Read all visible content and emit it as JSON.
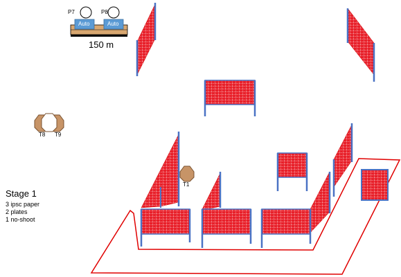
{
  "colors": {
    "barrier_fill": "#e8202a",
    "barrier_grid": "#ffffff",
    "post": "#4a72c4",
    "shoot_box": "#e00000",
    "target_tan": "#c79467",
    "target_edge": "#7a5230",
    "machine_box": "#5b9bd5",
    "pallet": "#d8a770"
  },
  "far_targets": {
    "p7": "P7",
    "p8": "P8",
    "auto_1": "Auto",
    "auto_2": "Auto",
    "distance": "150 m"
  },
  "targets": {
    "t8": "T8",
    "t9": "T9",
    "t1": "T1"
  },
  "stage": {
    "title": "Stage 1",
    "lines": [
      "3 ipsc paper",
      "2 plates",
      "1 no-shoot"
    ]
  }
}
